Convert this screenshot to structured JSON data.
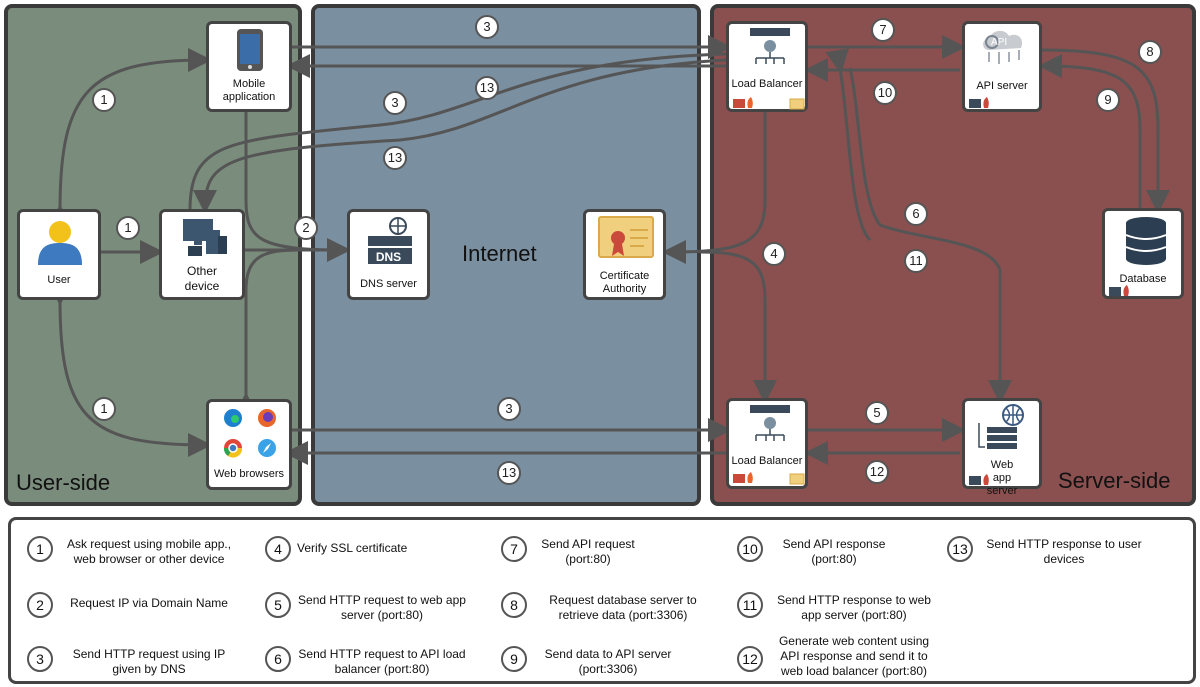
{
  "zones": {
    "user_side": "User-side",
    "internet": "Internet",
    "server_side": "Server-side"
  },
  "nodes": {
    "mobile_app": "Mobile application",
    "user": "User",
    "other_device": "Other device",
    "web_browsers": "Web browsers",
    "dns_server": "DNS server",
    "dns_text": "DNS",
    "certificate_authority": "Certificate Authority",
    "load_balancer_api": "Load Balancer",
    "api_server": "API server",
    "api_text": "API",
    "database": "Database",
    "load_balancer_web": "Load Balancer",
    "web_app_server": "Web app server"
  },
  "step_labels": [
    "1",
    "2",
    "3",
    "4",
    "5",
    "6",
    "7",
    "8",
    "9",
    "10",
    "11",
    "12",
    "13"
  ],
  "legend": [
    {
      "num": "1",
      "text": "Ask request using mobile app., web browser or other device"
    },
    {
      "num": "2",
      "text": "Request IP via Domain Name"
    },
    {
      "num": "3",
      "text": "Send HTTP request using IP given by DNS"
    },
    {
      "num": "4",
      "text": "Verify SSL certificate"
    },
    {
      "num": "5",
      "text": "Send HTTP request to web app server (port:80)"
    },
    {
      "num": "6",
      "text": "Send HTTP request to API load balancer (port:80)"
    },
    {
      "num": "7",
      "text": "Send API request (port:80)"
    },
    {
      "num": "8",
      "text": "Request database server to retrieve data (port:3306)"
    },
    {
      "num": "9",
      "text": "Send data to API server (port:3306)"
    },
    {
      "num": "10",
      "text": "Send API response (port:80)"
    },
    {
      "num": "11",
      "text": "Send HTTP response to web app server (port:80)"
    },
    {
      "num": "12",
      "text": "Generate web content using API response and send it to web load balancer (port:80)"
    },
    {
      "num": "13",
      "text": "Send HTTP response to user devices"
    }
  ],
  "colors": {
    "user_side": "#7a8c7c",
    "internet": "#7a8fa0",
    "server_side": "#8a5050",
    "arrow": "#555555"
  },
  "icons": [
    "phone-icon",
    "person-icon",
    "devices-icon",
    "edge-icon",
    "firefox-icon",
    "chrome-icon",
    "safari-icon",
    "dns-server-icon",
    "certificate-icon",
    "load-balancer-icon",
    "cloud-api-icon",
    "database-icon",
    "web-server-icon",
    "firewall-icon"
  ]
}
